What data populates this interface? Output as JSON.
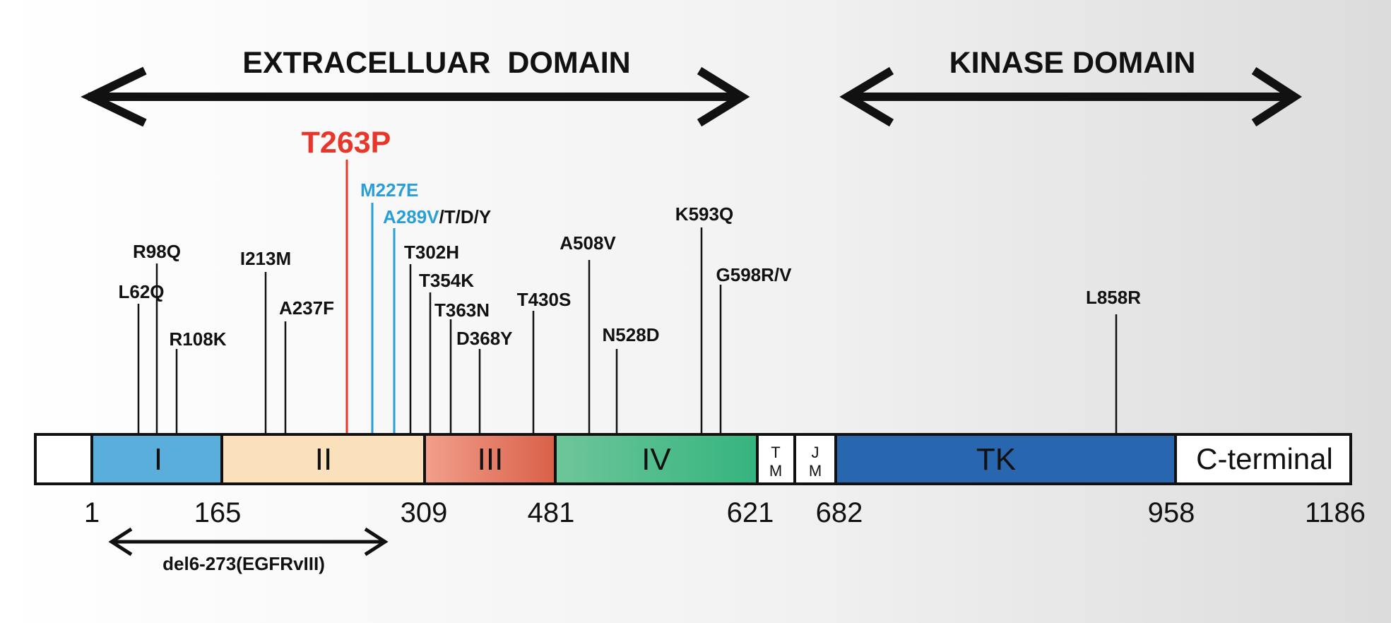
{
  "colors": {
    "seg_I": "#5aaedb",
    "seg_II": "#fae0bb",
    "seg_III_start": "#f2a08c",
    "seg_III_end": "#d96048",
    "seg_IV_start": "#6ec69a",
    "seg_IV_end": "#35b47f",
    "seg_TK": "#2866b0",
    "highlight_red": "#e8372a",
    "highlight_blue": "#2a9fd6",
    "ink": "#111111"
  },
  "domain_arrows": {
    "extracellular": "EXTRACELLUAR  DOMAIN",
    "kinase": "KINASE DOMAIN"
  },
  "segments": [
    {
      "id": "n-term",
      "label": ""
    },
    {
      "id": "I",
      "label": "I"
    },
    {
      "id": "II",
      "label": "II"
    },
    {
      "id": "III",
      "label": "III"
    },
    {
      "id": "IV",
      "label": "IV"
    },
    {
      "id": "TM",
      "label": "T\nM"
    },
    {
      "id": "JM",
      "label": "J\nM"
    },
    {
      "id": "TK",
      "label": "TK"
    },
    {
      "id": "c-term",
      "label": "C-terminal"
    }
  ],
  "positions": [
    "1",
    "165",
    "309",
    "481",
    "621",
    "682",
    "958",
    "1186"
  ],
  "deletion": {
    "label": "del6-273(EGFRvIII)"
  },
  "mutations": [
    {
      "id": "L62Q",
      "label": "L62Q",
      "color": "ink"
    },
    {
      "id": "R98Q",
      "label": "R98Q",
      "color": "ink"
    },
    {
      "id": "R108K",
      "label": "R108K",
      "color": "ink"
    },
    {
      "id": "I213M",
      "label": "I213M",
      "color": "ink"
    },
    {
      "id": "A237F",
      "label": "A237F",
      "color": "ink"
    },
    {
      "id": "T263P",
      "label": "T263P",
      "color": "highlight_red"
    },
    {
      "id": "M227E",
      "label": "M227E",
      "color": "highlight_blue"
    },
    {
      "id": "A289V",
      "label": "A289V",
      "suffix": "/T/D/Y",
      "color": "highlight_blue"
    },
    {
      "id": "T302H",
      "label": "T302H",
      "color": "ink"
    },
    {
      "id": "T354K",
      "label": "T354K",
      "color": "ink"
    },
    {
      "id": "T363N",
      "label": "T363N",
      "color": "ink"
    },
    {
      "id": "D368Y",
      "label": "D368Y",
      "color": "ink"
    },
    {
      "id": "T430S",
      "label": "T430S",
      "color": "ink"
    },
    {
      "id": "A508V",
      "label": "A508V",
      "color": "ink"
    },
    {
      "id": "N528D",
      "label": "N528D",
      "color": "ink"
    },
    {
      "id": "K593Q",
      "label": "K593Q",
      "color": "ink"
    },
    {
      "id": "G598R",
      "label": "G598R/V",
      "color": "ink"
    },
    {
      "id": "L858R",
      "label": "L858R",
      "color": "ink"
    }
  ]
}
